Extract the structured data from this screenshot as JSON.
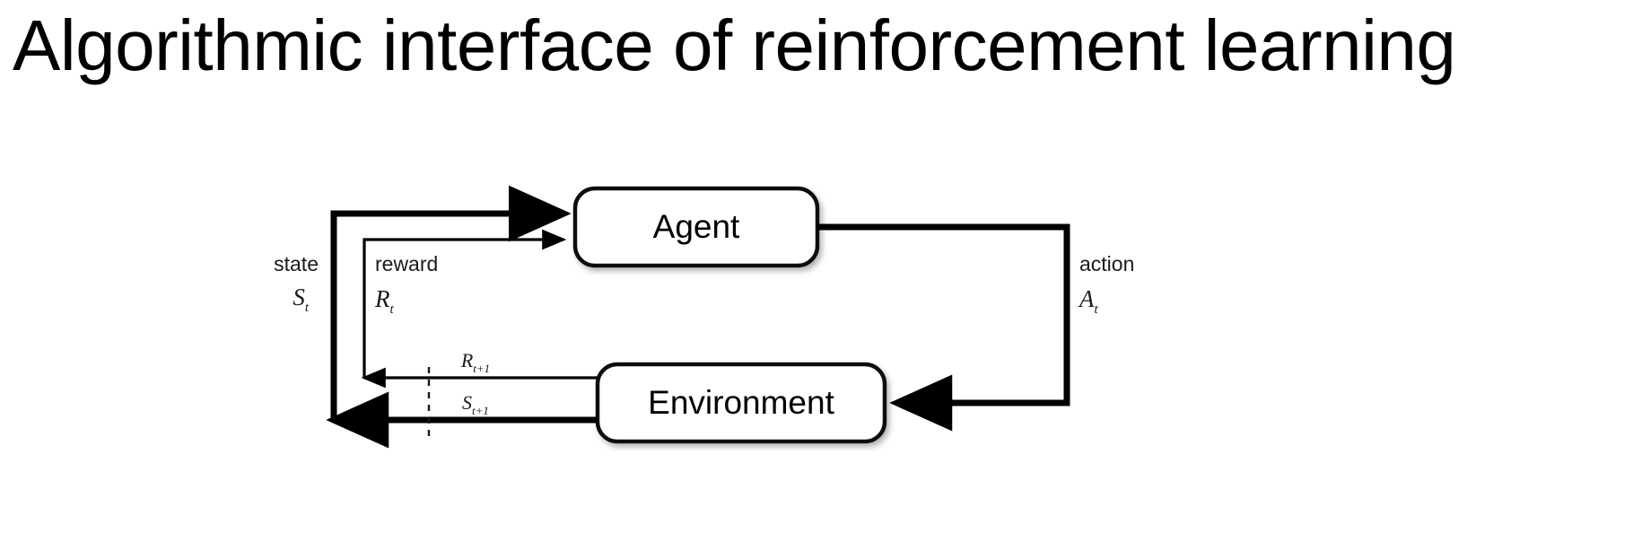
{
  "slide": {
    "title": "Algorithmic interface of reinforcement learning",
    "background_color": "#ffffff",
    "text_color": "#000000"
  },
  "diagram": {
    "name": "agent-environment-interaction-loop",
    "nodes": [
      {
        "id": "agent",
        "label": "Agent"
      },
      {
        "id": "environment",
        "label": "Environment"
      }
    ],
    "edges": [
      {
        "id": "state-edge",
        "from": "environment",
        "to": "agent",
        "word": "state",
        "symbol": "S",
        "subscript": "t",
        "stroke": "#000000",
        "thickness": "thick"
      },
      {
        "id": "reward-edge",
        "from": "environment",
        "to": "agent",
        "word": "reward",
        "symbol": "R",
        "subscript": "t",
        "stroke": "#000000",
        "thickness": "thin"
      },
      {
        "id": "action-edge",
        "from": "agent",
        "to": "environment",
        "word": "action",
        "symbol": "A",
        "subscript": "t",
        "stroke": "#000000",
        "thickness": "thick"
      }
    ],
    "time_step_labels": [
      {
        "id": "next-reward",
        "symbol": "R",
        "subscript": "t+1"
      },
      {
        "id": "next-state",
        "symbol": "S",
        "subscript": "t+1"
      }
    ],
    "time_boundary": {
      "id": "time-step-divider",
      "style": "dashed",
      "stroke": "#1a1a1a"
    }
  }
}
